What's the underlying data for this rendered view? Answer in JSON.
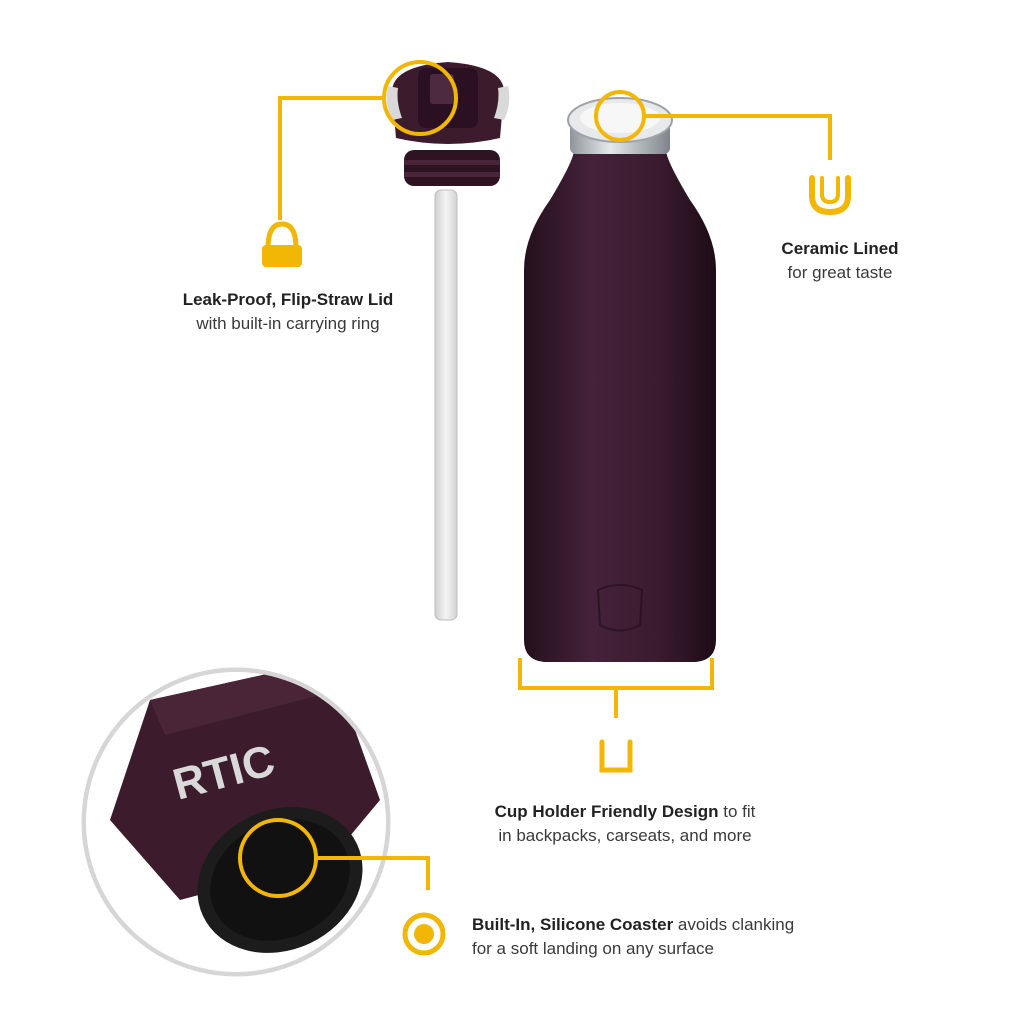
{
  "brand": {
    "logo_text": "RTIC"
  },
  "colors": {
    "accent": "#F2B705",
    "bottle": "#3B1B2C",
    "bottle_dark": "#2A1020",
    "steel": "#C9CDD1",
    "coaster": "#151515"
  },
  "features": {
    "lid": {
      "icon": "ring-lock-icon",
      "title": "Leak-Proof, Flip-Straw Lid",
      "subtitle": "with built-in carrying ring"
    },
    "ceramic": {
      "icon": "cup-lining-icon",
      "title": "Ceramic Lined",
      "subtitle": "for great taste"
    },
    "cup_holder": {
      "icon": "cup-holder-icon",
      "title": "Cup Holder Friendly Design",
      "title_suffix": " to fit",
      "subtitle": "in backpacks, carseats, and more"
    },
    "coaster": {
      "icon": "target-circle-icon",
      "title": "Built-In, Silicone Coaster",
      "title_suffix": " avoids clanking",
      "subtitle": "for a soft landing on any surface"
    }
  }
}
